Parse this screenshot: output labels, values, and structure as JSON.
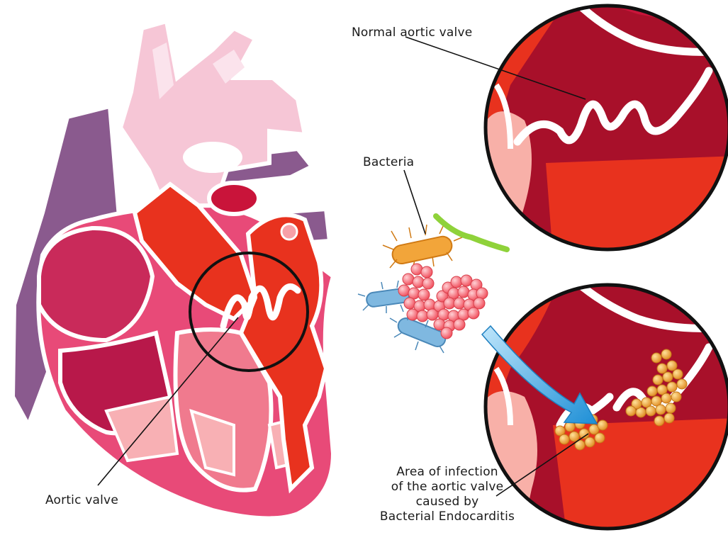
{
  "labels": {
    "normal_valve": "Normal aortic valve",
    "bacteria": "Bacteria",
    "aortic_valve": "Aortic valve",
    "infection_line1": "Area of infection",
    "infection_line2": "of the aortic valve",
    "infection_line3": "caused by",
    "infection_line4": "Bacterial Endocarditis"
  },
  "colors": {
    "background": "#ffffff",
    "arterial_red": "#e8321e",
    "dark_red": "#a8102a",
    "muscle_pink": "#e84a78",
    "aorta_pink": "#f6c6d6",
    "vein_purple": "#8a5a8e",
    "vegetation_orange": "#f2a53a",
    "bacteria_cocci": "#f46a72",
    "bacteria_blue": "#7fb8e0",
    "bacteria_green": "#8fd23a",
    "arrow_blue": "#3aa8e0"
  }
}
